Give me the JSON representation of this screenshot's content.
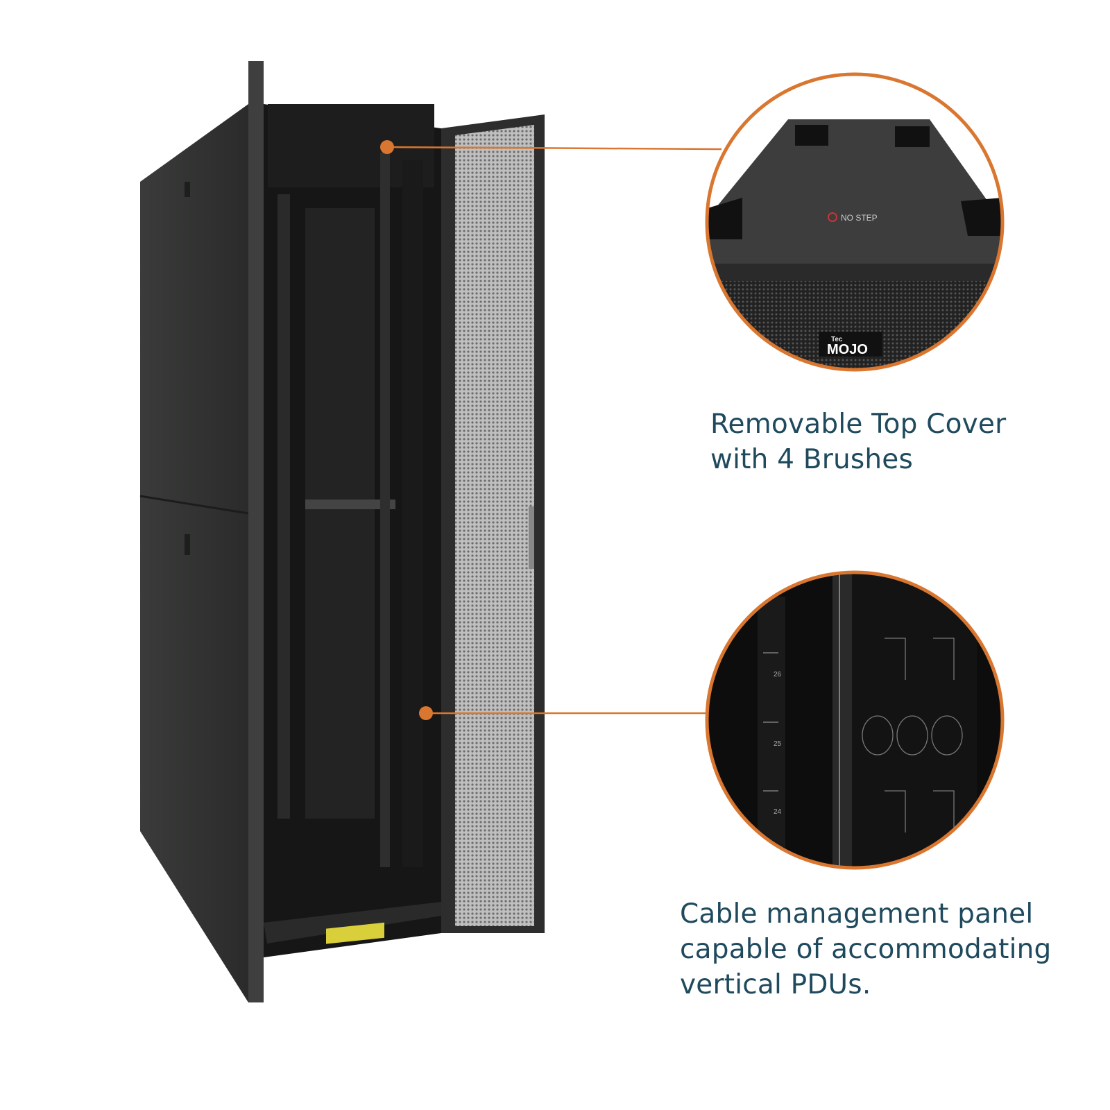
{
  "colors": {
    "accent": "#d9762f",
    "text": "#1f4a5e",
    "cabinet": "#2b2c2b"
  },
  "callouts": [
    {
      "lines": [
        "Removable Top Cover",
        "with 4 Brushes"
      ],
      "inset_label": "NO STEP",
      "brand": "MOJO",
      "brand_prefix": "Tec"
    },
    {
      "lines": [
        "Cable management panel",
        "capable of accommodating",
        "vertical PDUs."
      ],
      "rail_numbers": [
        "26",
        "25",
        "24"
      ]
    }
  ]
}
